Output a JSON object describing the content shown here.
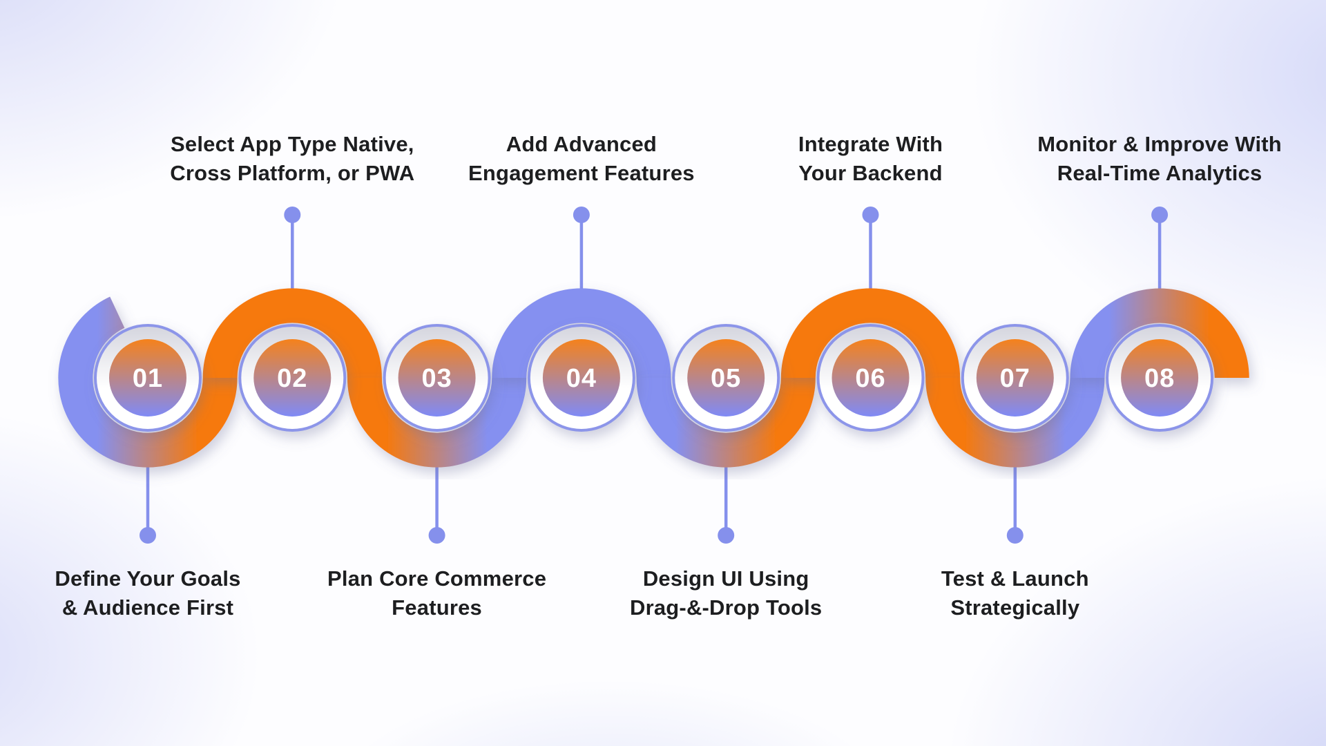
{
  "steps": [
    {
      "number": "01",
      "label_lines": [
        "Define Your Goals",
        "& Audience First"
      ],
      "label_position": "below"
    },
    {
      "number": "02",
      "label_lines": [
        "Select App Type Native,",
        "Cross Platform, or PWA"
      ],
      "label_position": "above"
    },
    {
      "number": "03",
      "label_lines": [
        "Plan Core Commerce",
        "Features"
      ],
      "label_position": "below"
    },
    {
      "number": "04",
      "label_lines": [
        "Add Advanced",
        "Engagement Features"
      ],
      "label_position": "above"
    },
    {
      "number": "05",
      "label_lines": [
        "Design UI Using",
        "Drag-&-Drop Tools"
      ],
      "label_position": "below"
    },
    {
      "number": "06",
      "label_lines": [
        "Integrate With",
        "Your Backend"
      ],
      "label_position": "above"
    },
    {
      "number": "07",
      "label_lines": [
        "Test & Launch",
        "Strategically"
      ],
      "label_position": "below"
    },
    {
      "number": "08",
      "label_lines": [
        "Monitor & Improve With",
        "Real-Time Analytics"
      ],
      "label_position": "above"
    }
  ],
  "ribbon": {
    "segments": [
      {
        "arc": "under",
        "from": "blue",
        "to": "orange"
      },
      {
        "arc": "over",
        "from": "orange",
        "to": "orange"
      },
      {
        "arc": "under",
        "from": "orange",
        "to": "blue"
      },
      {
        "arc": "over",
        "from": "blue",
        "to": "blue"
      },
      {
        "arc": "under",
        "from": "blue",
        "to": "orange"
      },
      {
        "arc": "over",
        "from": "orange",
        "to": "orange"
      },
      {
        "arc": "under",
        "from": "orange",
        "to": "blue"
      },
      {
        "arc": "over",
        "from": "blue",
        "to": "orange"
      }
    ]
  },
  "colors": {
    "orange": "#F6790D",
    "blue": "#8590F0",
    "connector": "#8590EC",
    "ring_border": "#8C95E9",
    "ring_shade": "#D4D5DE",
    "disc_top": "#F5821C",
    "disc_bottom": "#7F8AF6",
    "number_text": "#FFFFFF",
    "label_text": "#1D1E20",
    "background_tint": "#D7DAF7"
  }
}
